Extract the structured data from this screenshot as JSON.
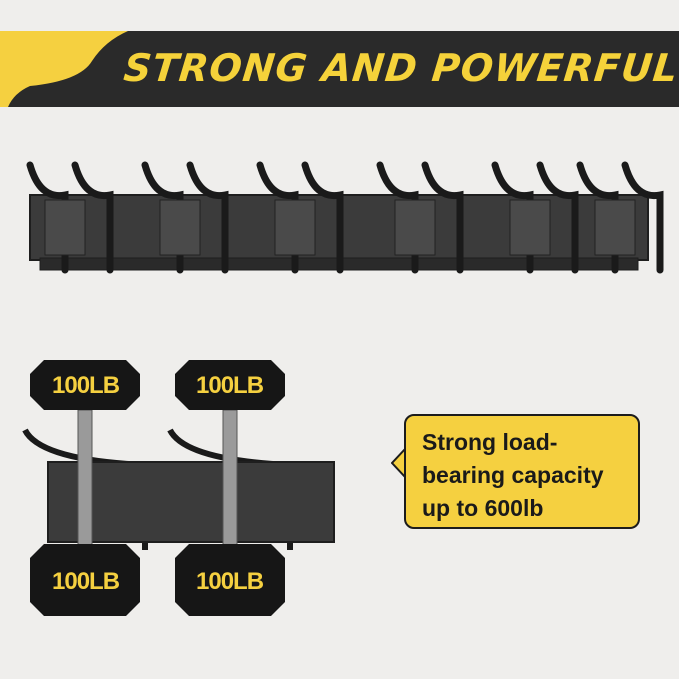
{
  "banner": {
    "title": "STRONG AND POWERFUL"
  },
  "callout": {
    "lines": [
      "Strong load-",
      "bearing capacity",
      "up to 600lb"
    ]
  },
  "dumbbells": [
    "100LB",
    "100LB",
    "100LB",
    "100LB"
  ],
  "colors": {
    "accent": "#f5d040",
    "dark": "#2a2a2a"
  }
}
